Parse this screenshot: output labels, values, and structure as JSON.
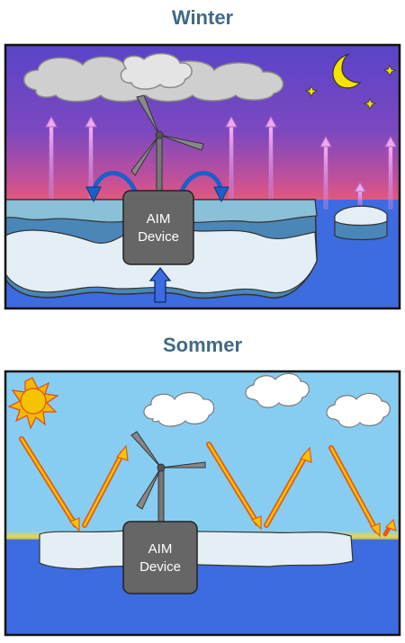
{
  "winter": {
    "title": "Winter",
    "device_line1": "AIM",
    "device_line2": "Device"
  },
  "summer": {
    "title": "Sommer",
    "device_line1": "AIM",
    "device_line2": "Device"
  },
  "colors": {
    "title": "#3f6a86",
    "winter_sky_top": "#5a44c8",
    "winter_sky_bottom": "#d8507c",
    "summer_sky": "#87cdf2",
    "ocean": "#3d6be0",
    "ice": "#e3eef5",
    "device": "#666666",
    "heat_arrow": "#b088d8",
    "sun_arrow": "#e45a18"
  }
}
